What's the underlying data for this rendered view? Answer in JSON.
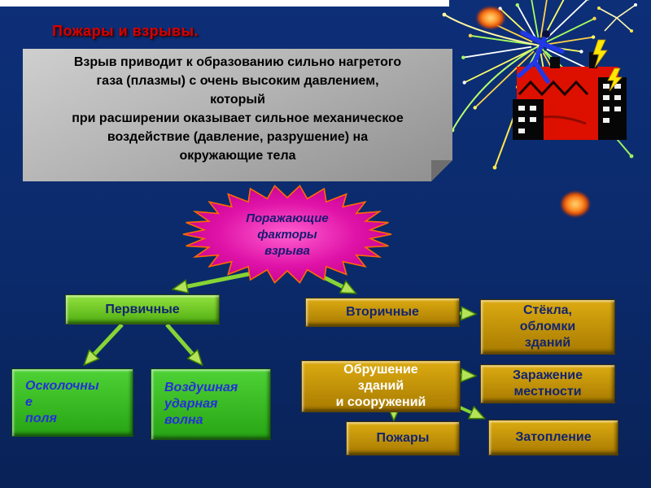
{
  "slide": {
    "title": "Пожары и взрывы.",
    "callout_text": "Взрыв приводит к образованию сильно нагретого\nгаза (плазмы) с очень высоким давлением,\nкоторый\nпри расширении оказывает сильное механическое\nвоздействие (давление, разрушение) на\nокружающие тела",
    "starburst_label": "Поражающие\nфакторы\nвзрыва",
    "primary_label": "Первичные",
    "secondary_label": "Вторичные",
    "fragment_label": "Осколочны\nе\nполя",
    "airwave_label": "Воздушная\nударная\nволна",
    "glass_label": "Стёкла,\nобломки\nзданий",
    "collapse_label": "Обрушение\nзданий\nи сооружений",
    "contamination_label": "Заражение\nместности",
    "fires_label": "Пожары",
    "flooding_label": "Затопление"
  },
  "colors": {
    "background": "#0b2a6b",
    "title_red": "#d40000",
    "callout_gray": "#b4b4b4",
    "starburst_magenta": "#e013a8",
    "starburst_spike_orange": "#ff6a00",
    "primary_green": "#5fc41c",
    "fragment_green": "#33be1f",
    "secondary_orange": "#c09008",
    "arrow_green": "#86d435",
    "label_navy": "#13246e",
    "label_blue_italic": "#2430d8",
    "collapse_text_white": "#ffffff"
  }
}
